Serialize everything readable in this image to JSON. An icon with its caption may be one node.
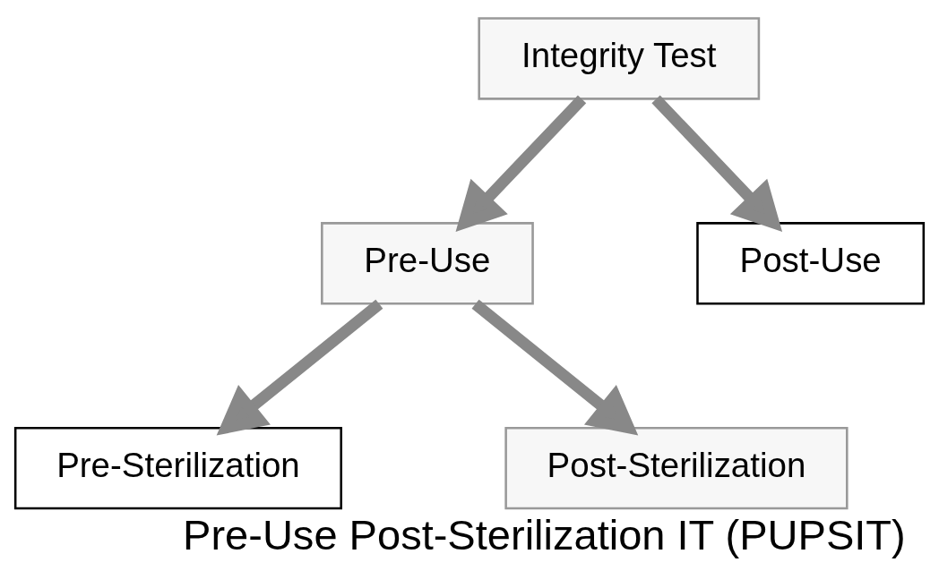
{
  "diagram": {
    "caption": "Pre-Use Post-Sterilization IT (PUPSIT)",
    "nodes": [
      {
        "text": [
          "Integrity Test"
        ]
      },
      {
        "text": [
          "Pre-Use"
        ]
      },
      {
        "text": [
          "Post-Use"
        ]
      },
      {
        "text": [
          "Pre-Sterilization"
        ]
      },
      {
        "text": [
          "Post-Sterilization"
        ]
      }
    ],
    "edges": [
      {
        "from": 0,
        "to": 1,
        "arrow": "to"
      },
      {
        "from": 0,
        "to": 2,
        "arrow": "to"
      },
      {
        "from": 1,
        "to": 3,
        "arrow": "to"
      },
      {
        "from": 1,
        "to": 4,
        "arrow": "to"
      }
    ]
  }
}
